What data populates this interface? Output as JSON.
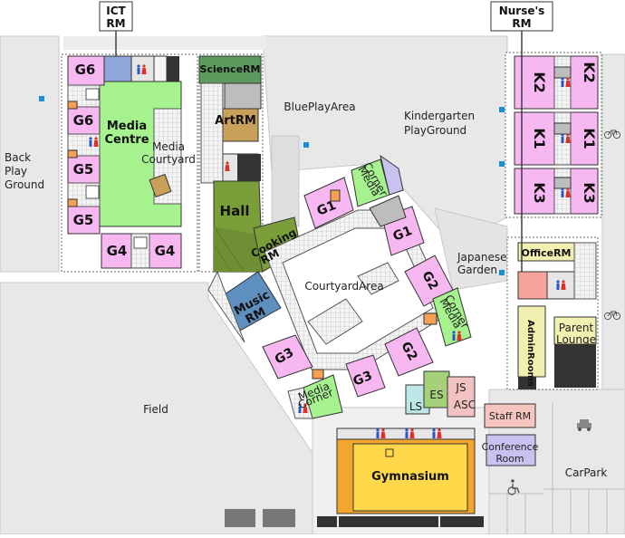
{
  "callouts": {
    "ict": [
      "ICT",
      "RM"
    ],
    "nurse": [
      "Nurse's",
      "RM"
    ]
  },
  "areas": {
    "back_play_ground": [
      "Back",
      "Play",
      "Ground"
    ],
    "blue_play_area": "BluePlayArea",
    "kindergarten_playground": [
      "Kindergarten",
      "PlayGround"
    ],
    "courtyard_area": "CourtyardArea",
    "field": "Field",
    "japanese_garden": [
      "Japanese",
      "Garden"
    ],
    "car_park": "CarPark"
  },
  "rooms": {
    "g6_top": "G6",
    "g6_mid": "G6",
    "g5_top": "G5",
    "g5_bot": "G5",
    "g4_left": "G4",
    "g4_right": "G4",
    "media_centre": [
      "Media",
      "Centre"
    ],
    "media_courtyard": [
      "Media",
      "Courtyard"
    ],
    "science_rm": "ScienceRM",
    "art_rm": "ArtRM",
    "hall": "Hall",
    "cooking_rm": [
      "Cooking",
      "RM"
    ],
    "music_rm": [
      "Music",
      "RM"
    ],
    "g1_a": "G1",
    "g1_b": "G1",
    "g2_a": "G2",
    "g2_b": "G2",
    "g3_a": "G3",
    "g3_b": "G3",
    "media_corner_1": [
      "Media",
      "Corner"
    ],
    "media_corner_2": [
      "Media",
      "Corner"
    ],
    "media_corner_3": [
      "Media",
      "Corner"
    ],
    "k2_left": "K2",
    "k2_right": "K2",
    "k1_left": "K1",
    "k1_right": "K1",
    "k3_left": "K3",
    "k3_right": "K3",
    "office_rm": "OfficeRM",
    "admin_rooms": "AdminRooms",
    "parent_lounge": [
      "Parent",
      "Lounge"
    ],
    "ls": "LS",
    "es": "ES",
    "js": "JS",
    "asc": "ASC",
    "staff_rm": "Staff RM",
    "conference_room": [
      "Conference",
      "Room"
    ],
    "gymnasium": "Gymnasium"
  },
  "colors": {
    "grade_room": "#f7b8f2",
    "media": "#a6f28f",
    "science": "#5d9a5d",
    "art": "#c9a05a",
    "hall": "#7a9e3a",
    "music": "#5f8fbf",
    "gym": "#ffd84a",
    "gym_border": "#f2a62b",
    "office": "#f2f0b0",
    "staff": "#f7c5c0",
    "conference": "#c7c2f0",
    "ls": "#bde6e6",
    "es": "#a6d17a",
    "js": "#f2c2c2",
    "corridor": "#e6e6e6",
    "ground": "#e8e8e8",
    "water_marker": "#1a8fd6"
  },
  "icons": [
    "toilet-icon",
    "bicycle-icon",
    "accessible-parking-icon",
    "car-icon",
    "first-aid-icon"
  ]
}
